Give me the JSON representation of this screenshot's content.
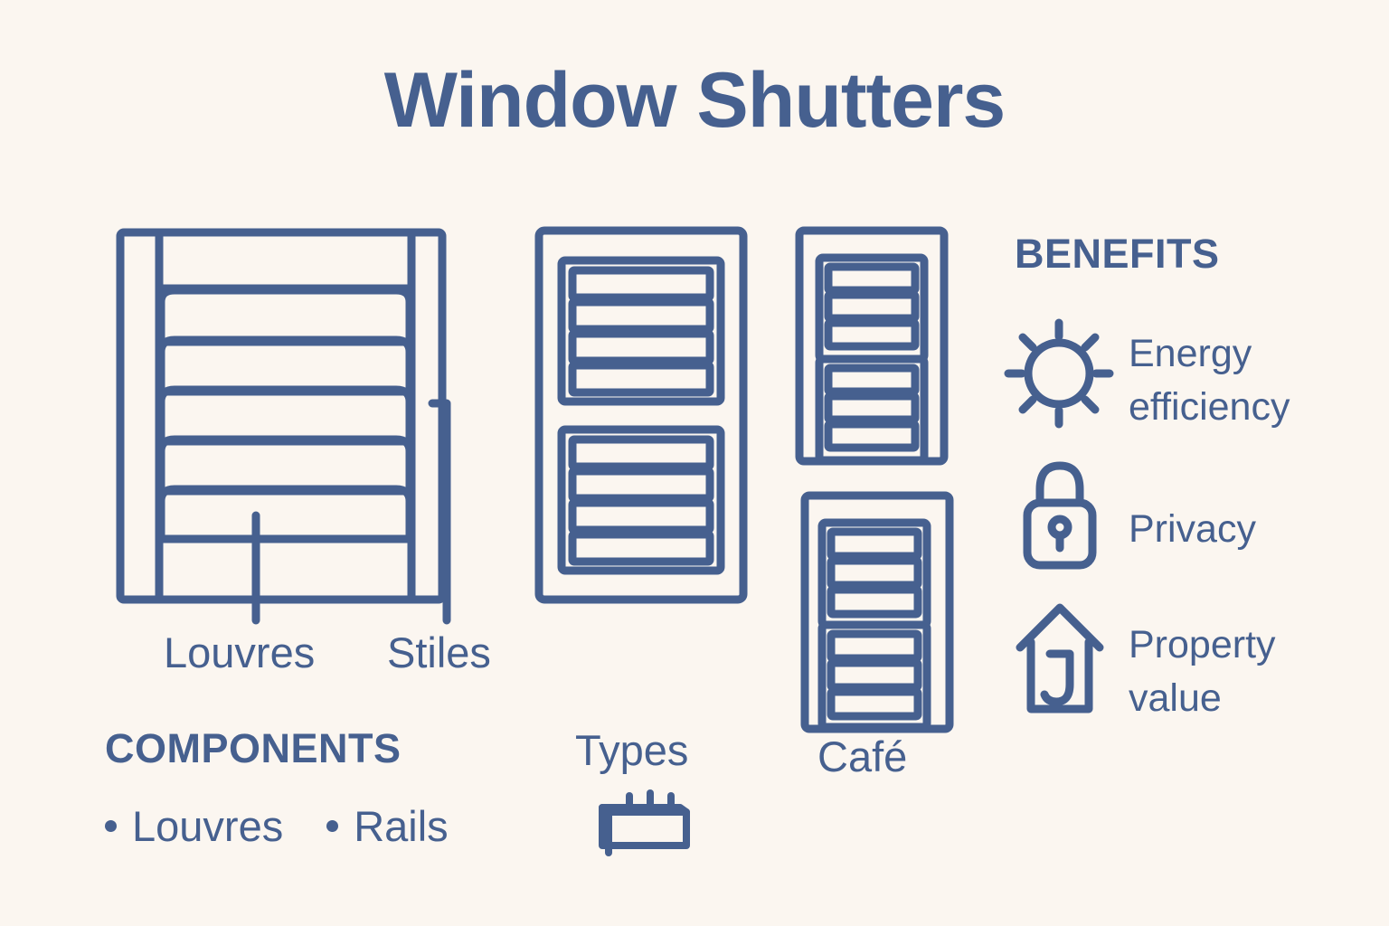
{
  "title": "Window Shutters",
  "theme": {
    "background": "#FBF6F0",
    "stroke": "#46608F",
    "text": "#46608F"
  },
  "diagram": {
    "main_shutter": {
      "name": "louvred-shutter-panel",
      "callouts": [
        {
          "id": "louvres",
          "label": "Louvres"
        },
        {
          "id": "stiles",
          "label": "Stiles"
        }
      ],
      "louvre_count": 6
    },
    "types_shutter": {
      "name": "full-height-shutter-panel",
      "label": "Types",
      "panel_groups": 2,
      "slats_per_group": 4,
      "icon": "shutter-slat-icon"
    },
    "cafe_shutters": {
      "name": "cafe-shutter-panels",
      "label": "Café",
      "panels": 2,
      "panel_groups": 2,
      "slats_per_group": 3
    }
  },
  "components": {
    "heading": "COMPONENTS",
    "items": [
      {
        "label": "Louvres"
      },
      {
        "label": "Rails"
      }
    ]
  },
  "benefits": {
    "heading": "BENEFITS",
    "items": [
      {
        "icon": "sun-icon",
        "line1": "Energy",
        "line2": "efficiency"
      },
      {
        "icon": "lock-icon",
        "line1": "Privacy",
        "line2": ""
      },
      {
        "icon": "house-icon",
        "line1": "Property",
        "line2": "value"
      }
    ]
  }
}
